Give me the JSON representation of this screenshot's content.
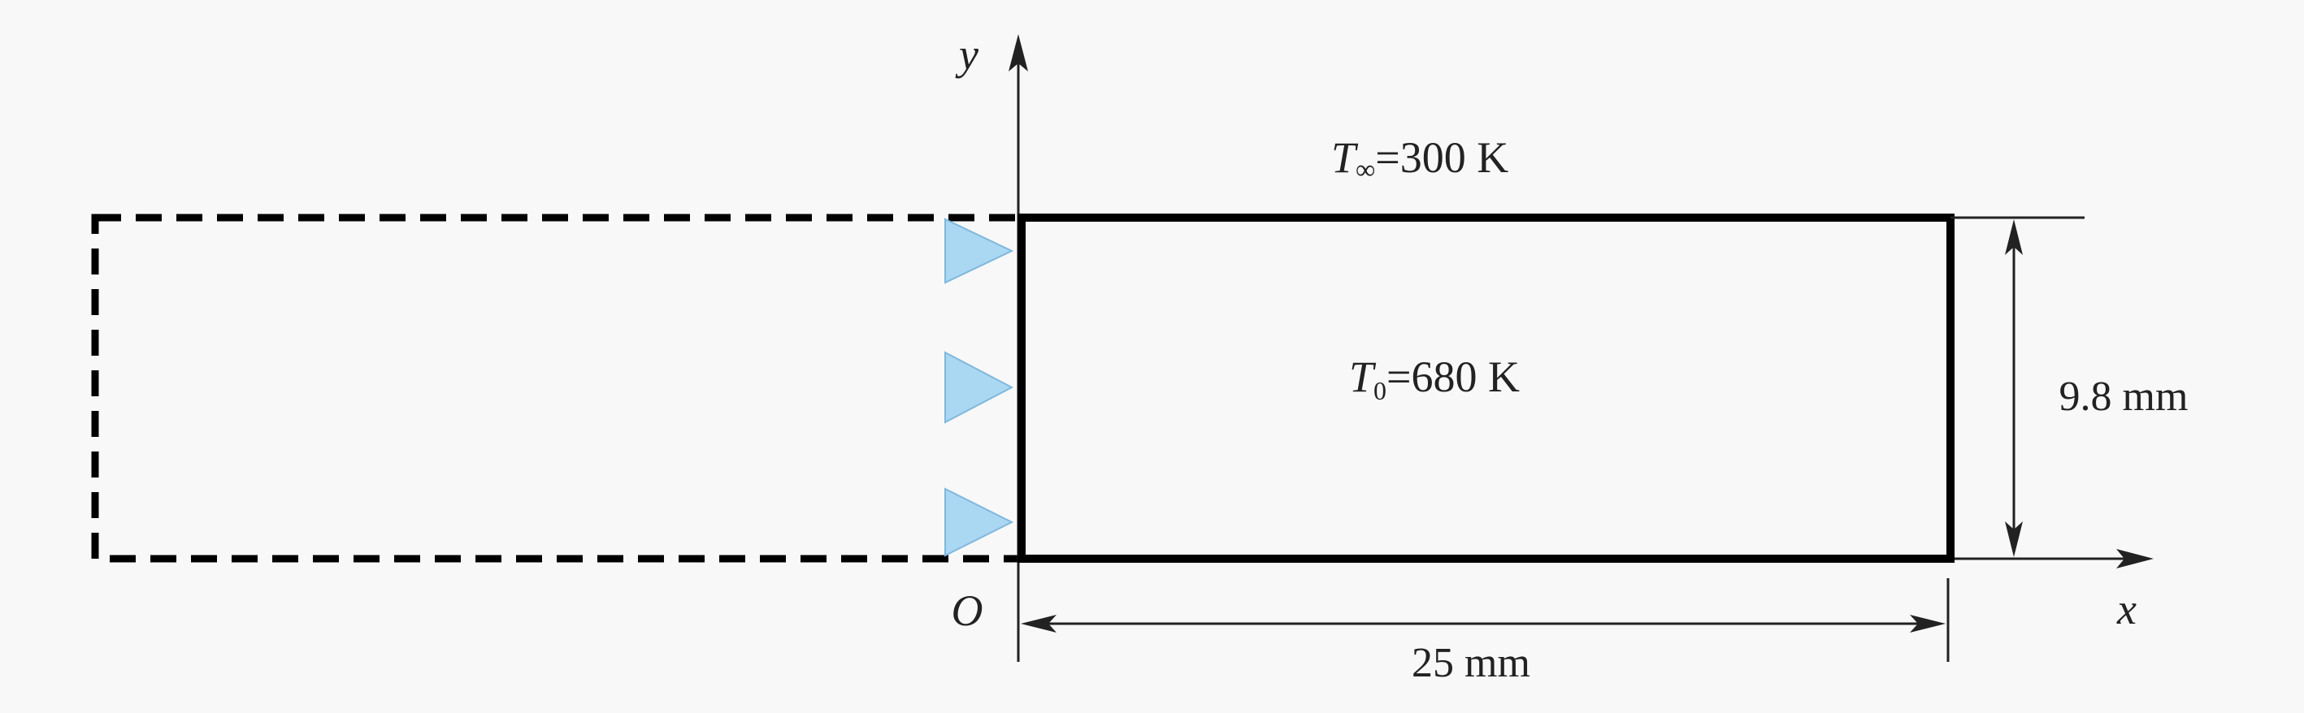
{
  "labels": {
    "y_axis": "y",
    "x_axis": "x",
    "origin": "O",
    "ambient_symbol": "T",
    "ambient_subscript": "∞",
    "ambient_value": "=300 K",
    "initial_symbol": "T",
    "initial_subscript": "0",
    "initial_value": "=680 K",
    "height_dimension": "9.8 mm",
    "width_dimension": "25 mm"
  },
  "colors": {
    "stroke": "#000000",
    "support_fill": "#aad7f2",
    "support_stroke": "#7fb8dd",
    "background": "#f8f8f8"
  }
}
